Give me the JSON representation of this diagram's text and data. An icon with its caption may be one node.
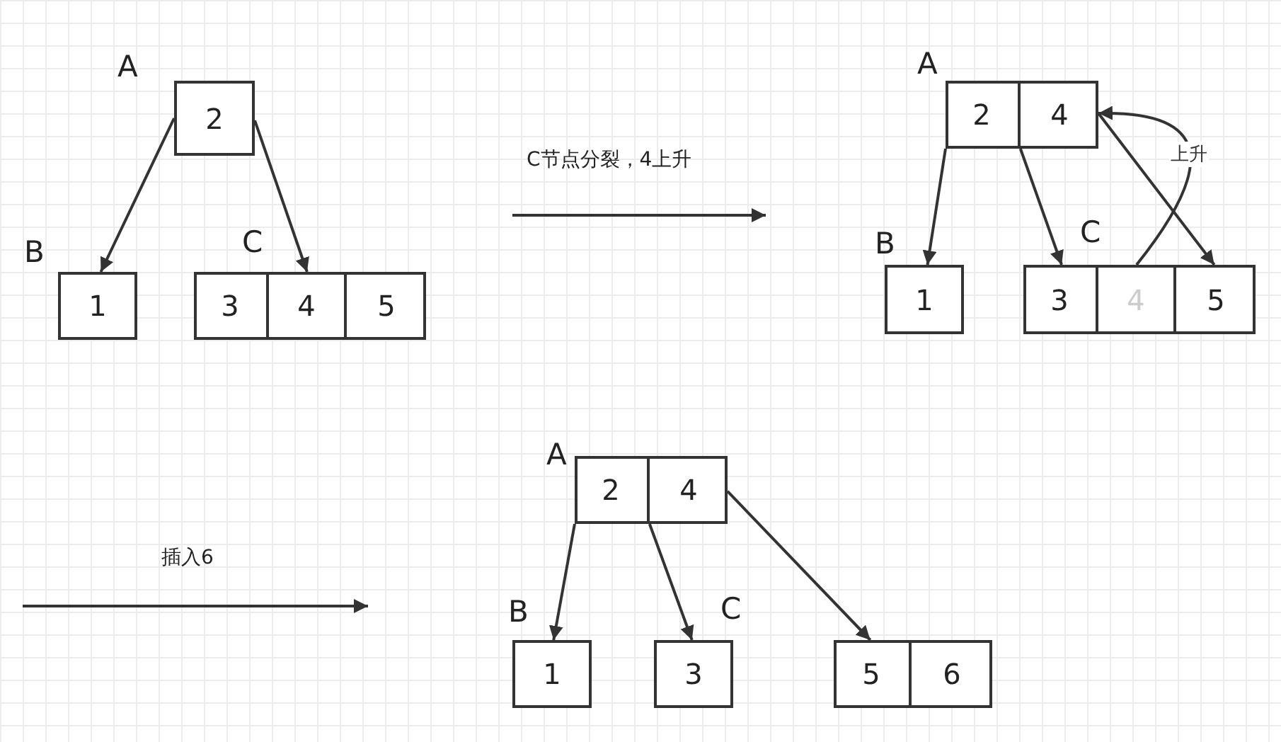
{
  "diagram": {
    "nodes": [
      {
        "text": [
          "2"
        ],
        "beside": [
          "A"
        ]
      },
      {
        "text": [
          "1"
        ],
        "beside": [
          "B"
        ]
      },
      {
        "text": [],
        "shape": "box",
        "beside": [
          "C"
        ]
      },
      {
        "text": [
          "3"
        ],
        "in": 2
      },
      {
        "text": [
          "4"
        ],
        "in": 2
      },
      {
        "text": [
          "5"
        ],
        "in": 2
      },
      {
        "text": [],
        "shape": "box",
        "beside": [
          "A"
        ]
      },
      {
        "text": [
          "2"
        ],
        "in": 6
      },
      {
        "text": [
          "4"
        ],
        "in": 6
      },
      {
        "text": [
          "1"
        ],
        "beside": [
          "B"
        ]
      },
      {
        "text": [],
        "shape": "box",
        "beside": [
          "C"
        ]
      },
      {
        "text": [
          "3"
        ],
        "in": 10
      },
      {
        "text": [
          "4"
        ],
        "in": 10
      },
      {
        "text": [
          "5"
        ],
        "in": 10
      },
      {
        "text": [],
        "shape": "box",
        "beside": [
          "A"
        ]
      },
      {
        "text": [
          "2"
        ],
        "in": 14
      },
      {
        "text": [
          "4"
        ],
        "in": 14
      },
      {
        "text": [
          "1"
        ],
        "beside": [
          "B"
        ]
      },
      {
        "text": [
          "3"
        ],
        "beside": [
          "C"
        ]
      },
      {
        "text": [],
        "shape": "box"
      },
      {
        "text": [
          "5"
        ],
        "in": 19
      },
      {
        "text": [
          "6"
        ],
        "in": 19
      }
    ],
    "edges": [
      {
        "from": 0,
        "to": 1,
        "arrow": "to"
      },
      {
        "from": 0,
        "to": 4,
        "arrow": "to"
      },
      {
        "from": 6,
        "to": 9,
        "arrow": "to"
      },
      {
        "from": 6,
        "to": 11,
        "arrow": "to"
      },
      {
        "from": 6,
        "to": 13,
        "arrow": "to"
      },
      {
        "from": 12,
        "to": 8,
        "arrow": "to",
        "label": "上升"
      },
      {
        "from": 14,
        "to": 17,
        "arrow": "to"
      },
      {
        "from": 14,
        "to": 18,
        "arrow": "to"
      },
      {
        "from": 14,
        "to": 20,
        "arrow": "to"
      }
    ],
    "labels": [
      "C节点分裂，4上升",
      "插入6"
    ]
  }
}
